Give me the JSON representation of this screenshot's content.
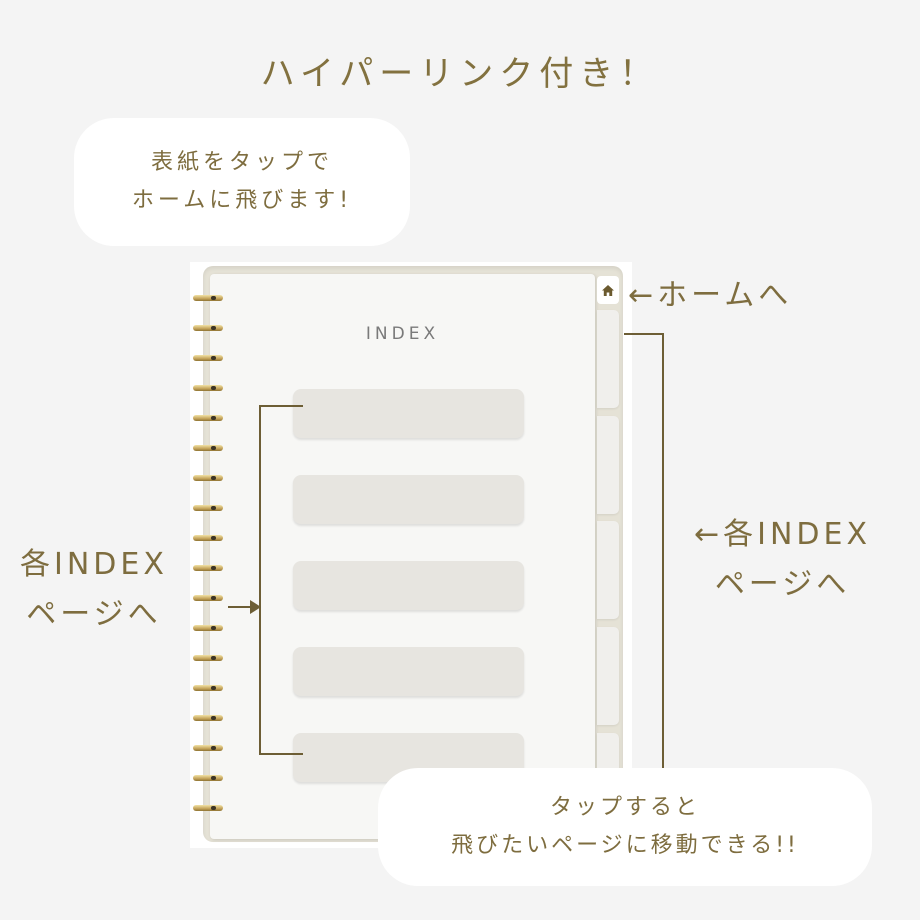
{
  "headline": "ハイパーリンク付き！",
  "bubble_top": {
    "line1": "表紙をタップで",
    "line2": "ホームに飛びます!"
  },
  "bubble_bottom": {
    "line1": "タップすると",
    "line2": "飛びたいページに移動できる!!"
  },
  "notebook": {
    "index_title": "INDEX",
    "index_buttons": [
      "",
      "",
      "",
      "",
      ""
    ],
    "side_tabs": 5,
    "ring_count": 18
  },
  "labels": {
    "home": "←ホームへ",
    "left_line1": "各INDEX",
    "left_line2": "ページへ",
    "right_line1": "←各INDEX",
    "right_line2": "ページへ"
  },
  "icons": {
    "home_tab": "home-icon",
    "ring": "spiral-ring-icon"
  },
  "colors": {
    "text": "#7e6d3f",
    "background": "#f4f4f4",
    "button": "#e7e5e0",
    "cover": "#e5e2d6",
    "ring_gold": "#c4a35a"
  }
}
